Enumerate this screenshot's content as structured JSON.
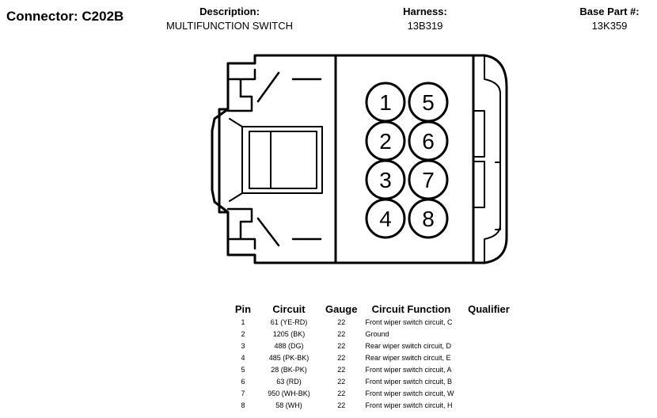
{
  "header": {
    "connector_label": "Connector:",
    "connector_id": "C202B",
    "description_label": "Description:",
    "description_value": "MULTIFUNCTION SWITCH",
    "harness_label": "Harness:",
    "harness_value": "13B319",
    "base_part_label": "Base Part #:",
    "base_part_value": "13K359"
  },
  "connector": {
    "pin_labels": [
      "1",
      "5",
      "2",
      "6",
      "3",
      "7",
      "4",
      "8"
    ]
  },
  "table": {
    "headers": {
      "pin": "Pin",
      "circuit": "Circuit",
      "gauge": "Gauge",
      "function": "Circuit Function",
      "qualifier": "Qualifier"
    },
    "rows": [
      {
        "pin": "1",
        "circuit": "61 (YE-RD)",
        "gauge": "22",
        "function": "Front wiper switch circuit, C",
        "qualifier": ""
      },
      {
        "pin": "2",
        "circuit": "1205 (BK)",
        "gauge": "22",
        "function": "Ground",
        "qualifier": ""
      },
      {
        "pin": "3",
        "circuit": "488 (DG)",
        "gauge": "22",
        "function": "Rear wiper switch circuit, D",
        "qualifier": ""
      },
      {
        "pin": "4",
        "circuit": "485 (PK-BK)",
        "gauge": "22",
        "function": "Rear wiper switch circuit, E",
        "qualifier": ""
      },
      {
        "pin": "5",
        "circuit": "28 (BK-PK)",
        "gauge": "22",
        "function": "Front wiper switch circuit, A",
        "qualifier": ""
      },
      {
        "pin": "6",
        "circuit": "63 (RD)",
        "gauge": "22",
        "function": "Front wiper switch circuit, B",
        "qualifier": ""
      },
      {
        "pin": "7",
        "circuit": "950 (WH-BK)",
        "gauge": "22",
        "function": "Front wiper switch circuit, W",
        "qualifier": ""
      },
      {
        "pin": "8",
        "circuit": "58 (WH)",
        "gauge": "22",
        "function": "Front wiper switch circuit, H",
        "qualifier": ""
      }
    ]
  }
}
